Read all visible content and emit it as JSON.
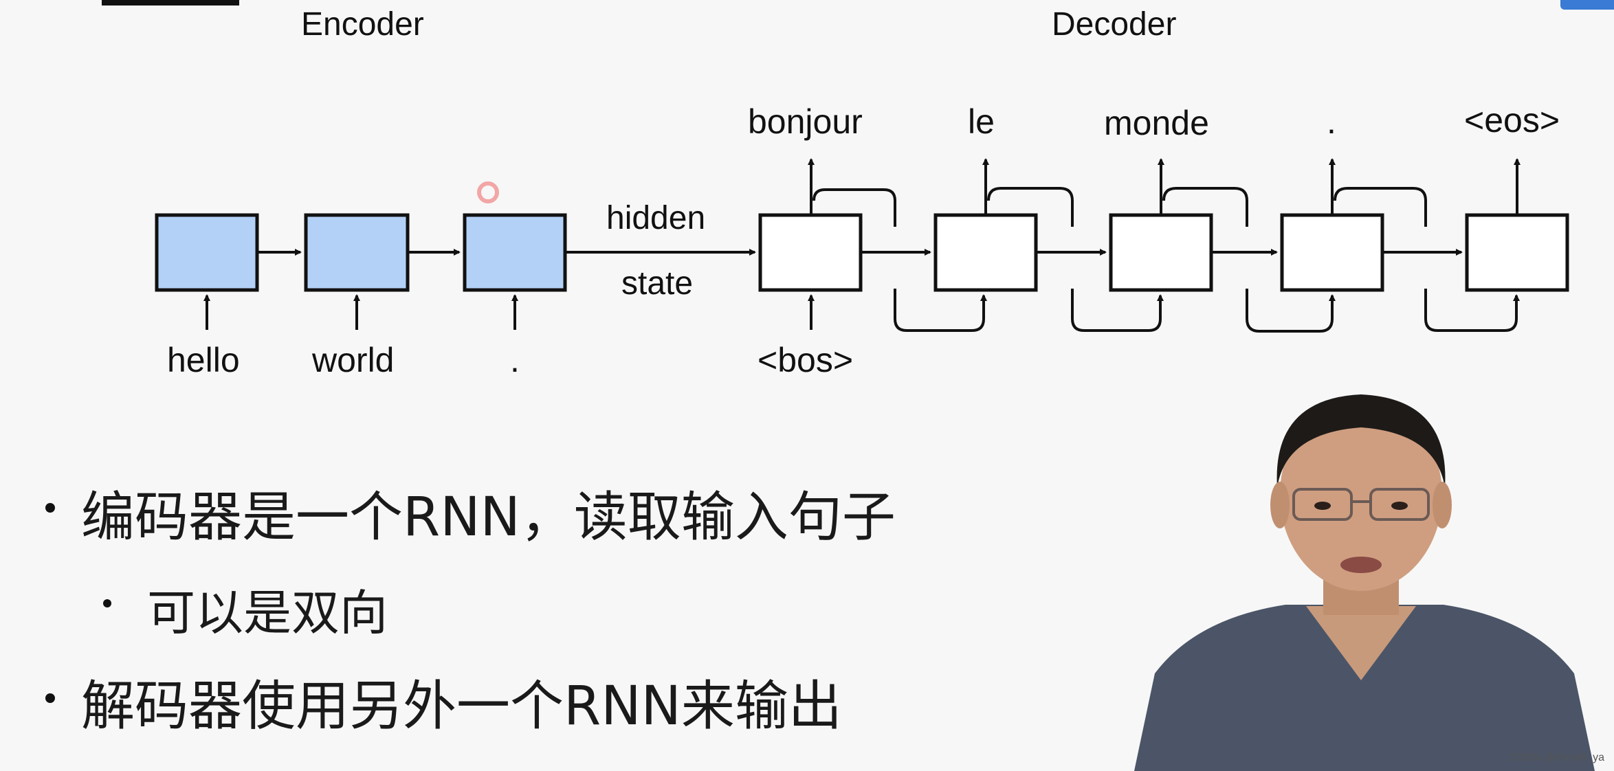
{
  "diagram": {
    "encoder_title": "Encoder",
    "decoder_title": "Decoder",
    "encoder_inputs": [
      "hello",
      "world",
      "."
    ],
    "hidden_state_line1": "hidden",
    "hidden_state_line2": "state",
    "decoder_input": "<bos>",
    "decoder_outputs": [
      "bonjour",
      "le",
      "monde",
      ".",
      "<eos>"
    ],
    "encoder_box_color": "#b3d1f7",
    "decoder_box_color": "#ffffff"
  },
  "bullets": {
    "item1": "编码器是一个RNN，读取输入句子",
    "item1_sub": "可以是双向",
    "item2": "解码器使用另外一个RNN来输出"
  },
  "watermark": "CSDN @chnyi6_ya"
}
